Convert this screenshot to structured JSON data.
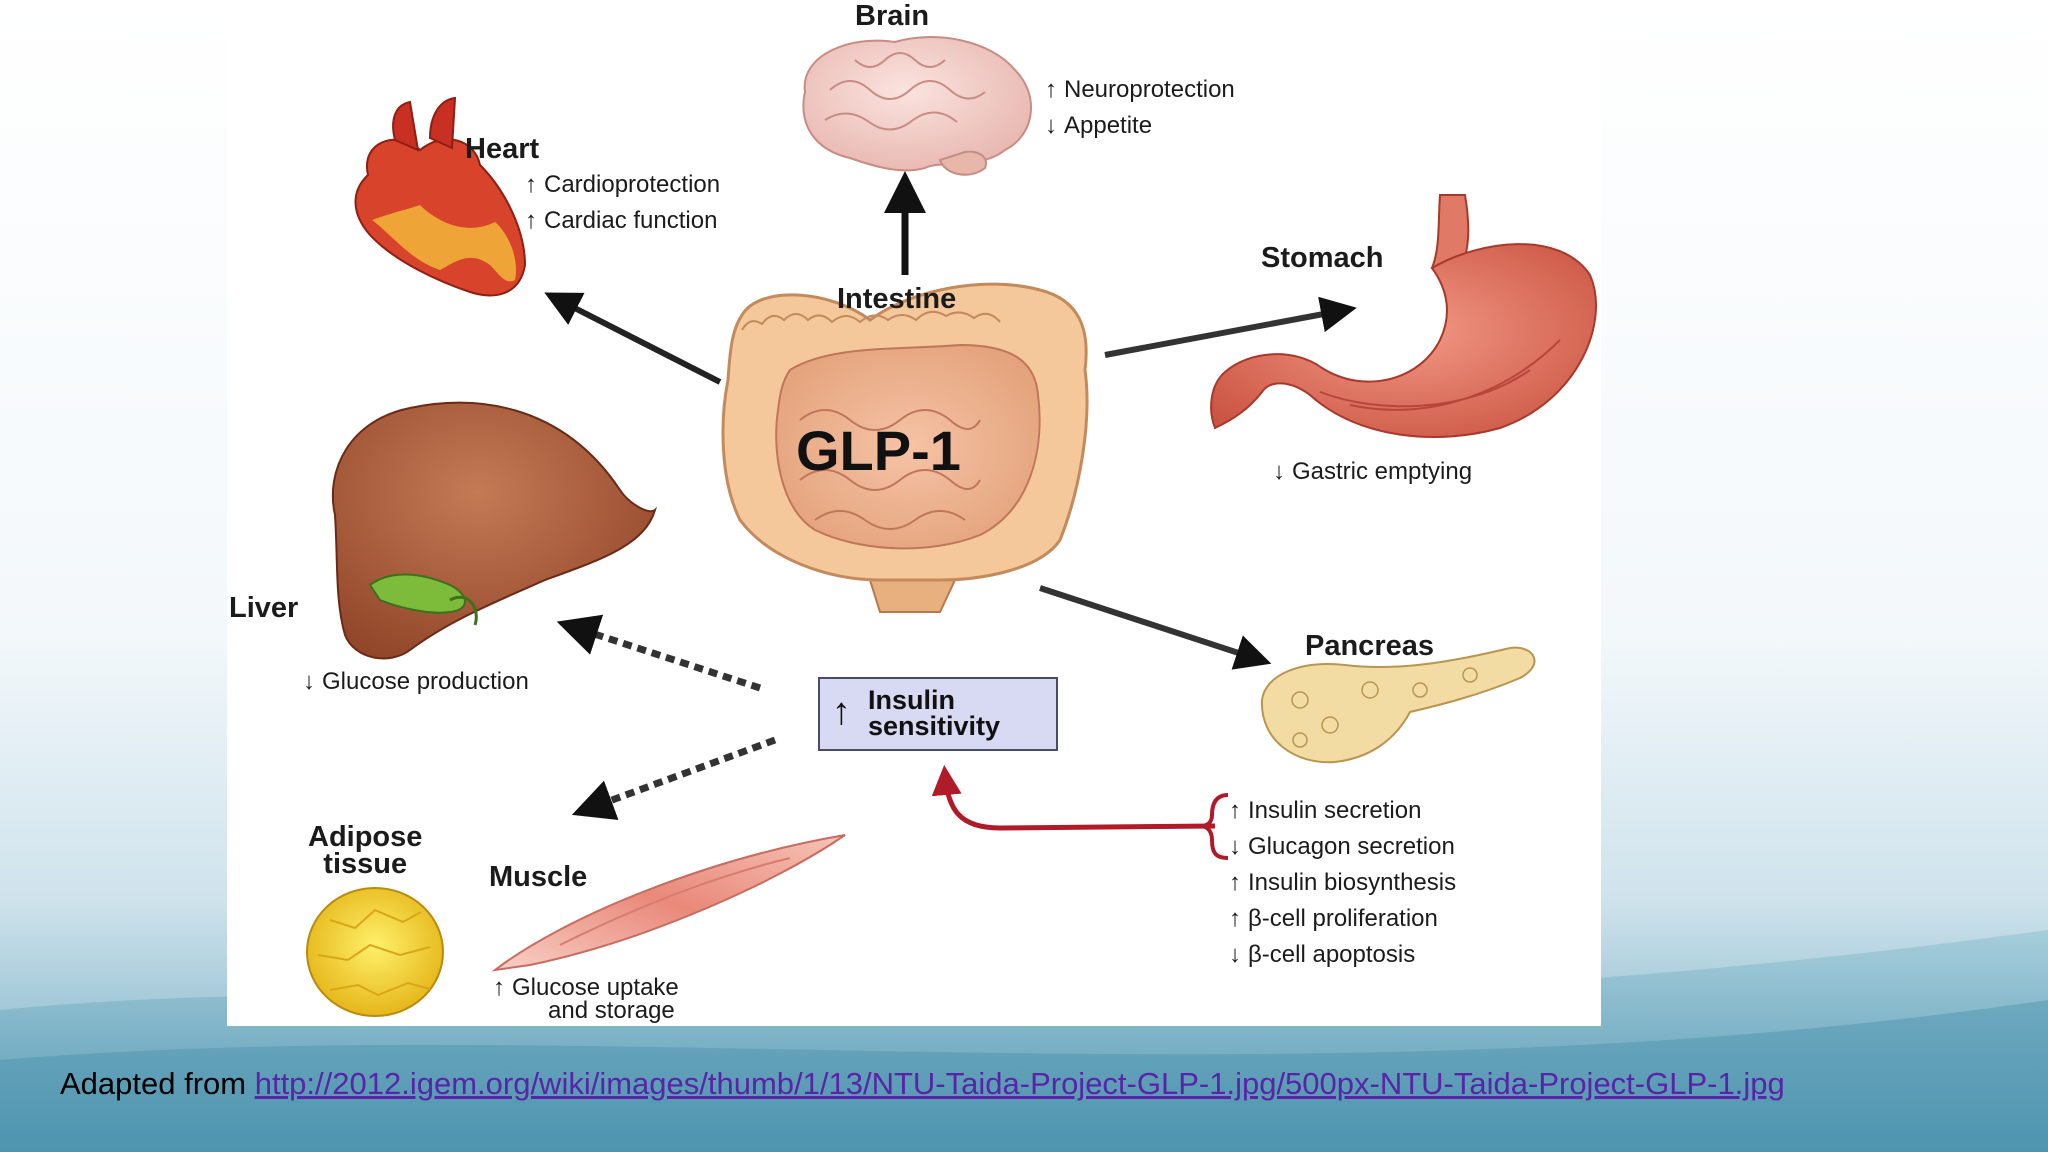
{
  "diagram": {
    "center": {
      "title": "Intestine",
      "hormone": "GLP-1"
    },
    "brain": {
      "title": "Brain",
      "effects": [
        {
          "dir": "up",
          "text": "Neuroprotection"
        },
        {
          "dir": "down",
          "text": "Appetite"
        }
      ]
    },
    "heart": {
      "title": "Heart",
      "effects": [
        {
          "dir": "up",
          "text": "Cardioprotection"
        },
        {
          "dir": "up",
          "text": "Cardiac function"
        }
      ]
    },
    "stomach": {
      "title": "Stomach",
      "effects": [
        {
          "dir": "down",
          "text": "Gastric emptying"
        }
      ]
    },
    "liver": {
      "title": "Liver",
      "effects": [
        {
          "dir": "down",
          "text": "Glucose production"
        }
      ]
    },
    "pancreas": {
      "title": "Pancreas",
      "effects": [
        {
          "dir": "up",
          "text": "Insulin secretion"
        },
        {
          "dir": "down",
          "text": "Glucagon secretion"
        },
        {
          "dir": "up",
          "text": "Insulin biosynthesis"
        },
        {
          "dir": "up",
          "text": "β-cell proliferation"
        },
        {
          "dir": "down",
          "text": "β-cell apoptosis"
        }
      ]
    },
    "adipose": {
      "title_line1": "Adipose",
      "title_line2": "tissue"
    },
    "muscle": {
      "title": "Muscle",
      "effect": {
        "dir": "up",
        "line1": "Glucose uptake",
        "line2": "and storage"
      }
    },
    "insulin_box": {
      "line1": "Insulin",
      "line2": "sensitivity"
    }
  },
  "caption": {
    "prefix": "Adapted from ",
    "link": "http://2012.igem.org/wiki/images/thumb/1/13/NTU-Taida-Project-GLP-1.jpg/500px-NTU-Taida-Project-GLP-1.jpg"
  },
  "icons": {
    "up": "↑",
    "down": "↓"
  }
}
